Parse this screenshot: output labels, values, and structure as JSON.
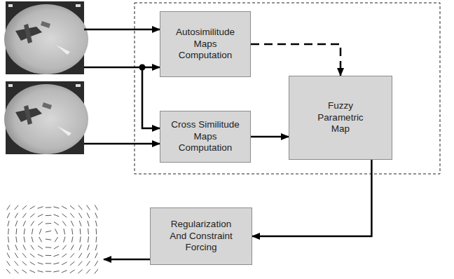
{
  "diagram": {
    "nodes": [
      {
        "text": [
          "Autosimilitude Maps Computation"
        ]
      },
      {
        "text": [
          "Cross Similitude Maps Computation"
        ]
      },
      {
        "text": [
          "Fuzzy Parametric Map"
        ]
      },
      {
        "text": [
          "Regularization And Constraint Forcing"
        ]
      }
    ],
    "edges": [
      {
        "from": 0,
        "to": 2,
        "arrow": "to"
      },
      {
        "from": 1,
        "to": 2,
        "arrow": "to"
      },
      {
        "from": 2,
        "to": 3,
        "arrow": "to"
      }
    ]
  }
}
